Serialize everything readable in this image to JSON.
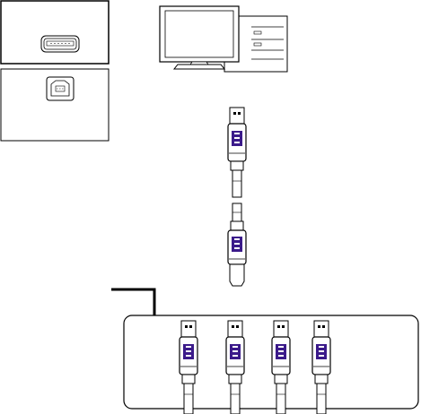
{
  "diagram": {
    "panels": [
      {
        "id": "usb-a-port-panel",
        "icon": "usb-type-a-port-icon"
      },
      {
        "id": "usb-b-port-panel",
        "icon": "usb-type-b-port-icon"
      }
    ],
    "computer": {
      "icon": "desktop-computer-icon"
    },
    "cable": {
      "end_a": {
        "icon": "usb-type-a-plug-icon"
      },
      "end_b": {
        "icon": "usb-type-b-plug-icon"
      }
    },
    "hub": {
      "icon": "usb-hub-icon",
      "port_count": 4,
      "plugs": [
        {
          "icon": "usb-type-a-plug-icon"
        },
        {
          "icon": "usb-type-a-plug-icon"
        },
        {
          "icon": "usb-type-a-plug-icon"
        },
        {
          "icon": "usb-type-a-plug-icon"
        }
      ]
    },
    "colors": {
      "line": "#000000",
      "fill": "#ffffff",
      "usb_logo": "#3b1a8a"
    }
  }
}
